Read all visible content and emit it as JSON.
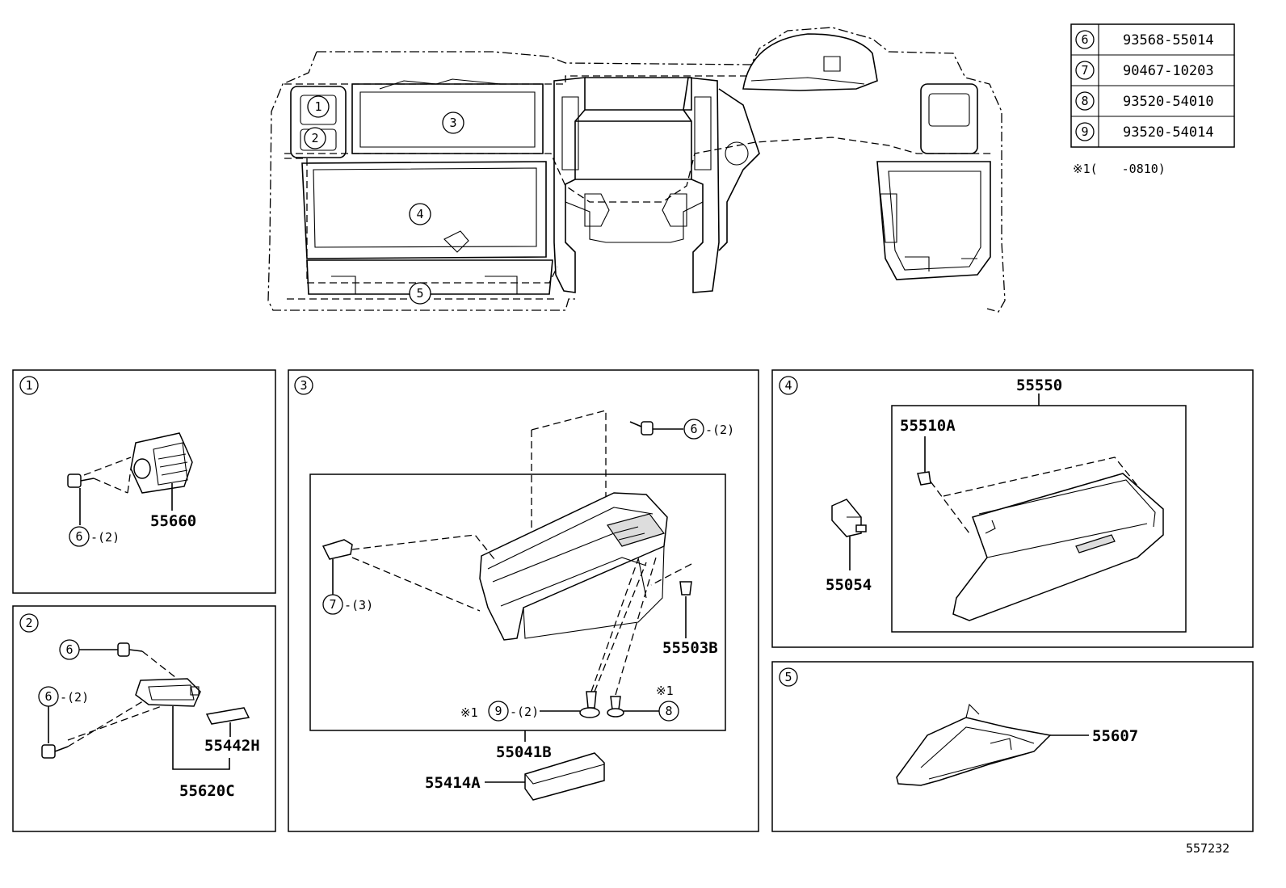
{
  "legend_table": [
    {
      "ref": "6",
      "part": "93568-55014"
    },
    {
      "ref": "7",
      "part": "90467-10203"
    },
    {
      "ref": "8",
      "part": "93520-54010"
    },
    {
      "ref": "9",
      "part": "93520-54014"
    }
  ],
  "footnote": "※1(　　-0810)",
  "overview_callouts": [
    "1",
    "2",
    "3",
    "4",
    "5"
  ],
  "panels": {
    "p1": {
      "num": "1",
      "part": "55660",
      "screw": "6",
      "qty": "-(2)"
    },
    "p2": {
      "num": "2",
      "screw_top": "6",
      "screw_bottom": "6",
      "qty": "-(2)",
      "part_a": "55442H",
      "part_b": "55620C"
    },
    "p3": {
      "num": "3",
      "screw_top": "6",
      "qty_top": "-(2)",
      "clip": "7",
      "qty_clip": "-(3)",
      "part_clip": "55503B",
      "screw_9": "9",
      "qty_9": "-(2)",
      "mark_9": "※1",
      "screw_8": "8",
      "mark_8": "※1",
      "assembly": "55041B",
      "part_trim": "55414A"
    },
    "p4": {
      "num": "4",
      "assembly": "55550",
      "part_a": "55510A",
      "part_b": "55054"
    },
    "p5": {
      "num": "5",
      "part": "55607"
    }
  },
  "diagram_id": "557232"
}
